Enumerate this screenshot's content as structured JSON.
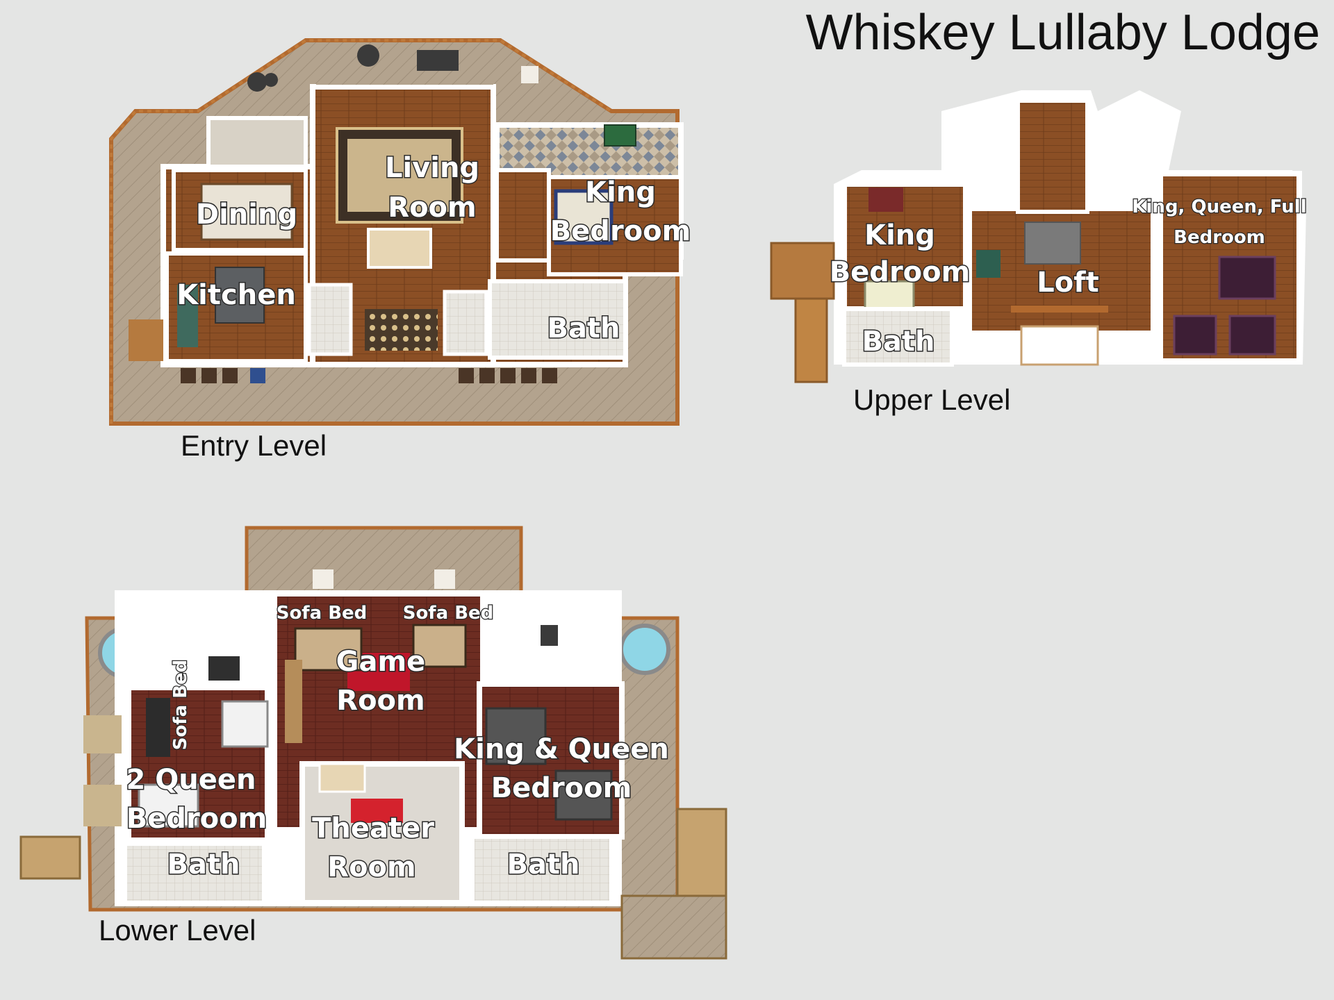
{
  "title": "Whiskey Lullaby Lodge",
  "levels": {
    "entry": {
      "label": "Entry Level",
      "rooms": {
        "dining": "Dining",
        "living_1": "Living",
        "living_2": "Room",
        "king_1": "King",
        "king_2": "Bedroom",
        "kitchen": "Kitchen",
        "bath": "Bath"
      }
    },
    "upper": {
      "label": "Upper Level",
      "rooms": {
        "king_1": "King",
        "king_2": "Bedroom",
        "bath": "Bath",
        "loft": "Loft",
        "kqf_1": "King, Queen, Full",
        "kqf_2": "Bedroom"
      }
    },
    "lower": {
      "label": "Lower Level",
      "rooms": {
        "sofa_bed_1": "Sofa Bed",
        "sofa_bed_2": "Sofa Bed",
        "sofa_bed_3": "Sofa Bed",
        "game_1": "Game",
        "game_2": "Room",
        "kq_1": "King & Queen",
        "kq_2": "Bedroom",
        "q2_1": "2 Queen",
        "q2_2": "Bedroom",
        "bath_left": "Bath",
        "theater_1": "Theater",
        "theater_2": "Room",
        "bath_right": "Bath"
      }
    }
  },
  "colors": {
    "deck": "#b2a28c",
    "deck_rail": "#b26a2f",
    "wood_floor": "#8a4e24",
    "dark_floor": "#6e2c22",
    "tile": "#cfcbc3",
    "wall": "#ffffff",
    "hot_tub": "#8fd6e6"
  }
}
